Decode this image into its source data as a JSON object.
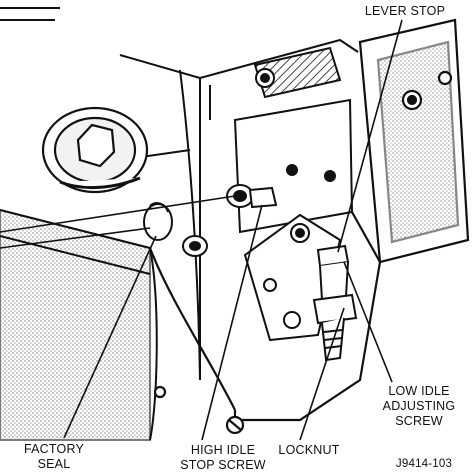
{
  "labels": {
    "lever_stop": "LEVER STOP",
    "low_idle": [
      "LOW IDLE",
      "ADJUSTING",
      "SCREW"
    ],
    "factory_seal": [
      "FACTORY",
      "SEAL"
    ],
    "high_idle": [
      "HIGH IDLE",
      "STOP SCREW"
    ],
    "locknut": "LOCKNUT",
    "figure_id": "J9414-103"
  },
  "colors": {
    "ink": "#111111",
    "paper": "#ffffff"
  }
}
